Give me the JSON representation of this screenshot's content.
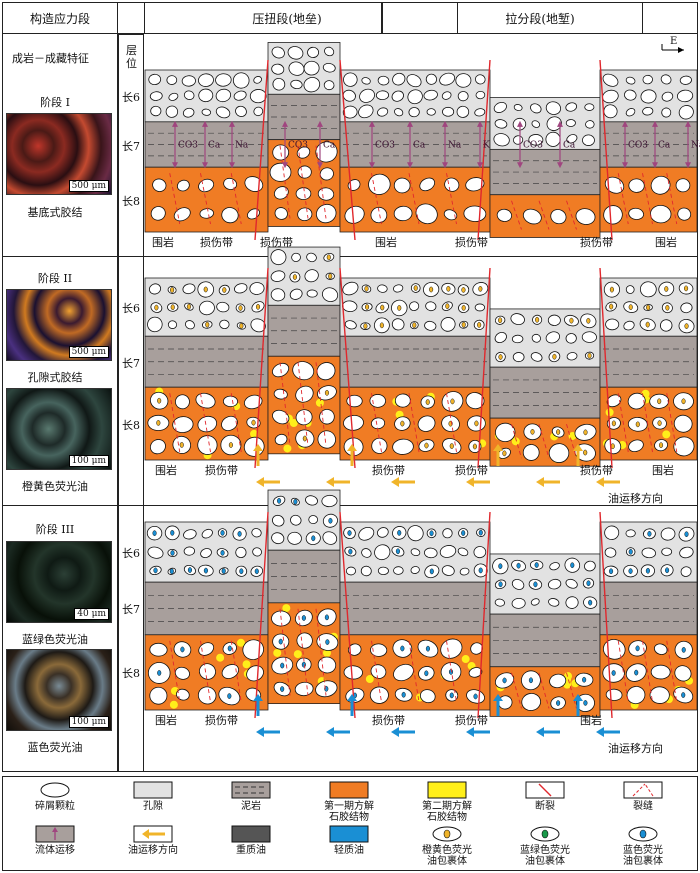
{
  "header": {
    "stage_col": "构造应力段",
    "compress": "压扭段(地垒)",
    "extend": "拉分段(地堑)"
  },
  "left": {
    "feature_title": "成岩－成藏特征",
    "layer_title_1": "层",
    "layer_title_2": "位",
    "direction": "E"
  },
  "stages": [
    {
      "name": "阶段 I",
      "captions": [
        "基底式胶结"
      ],
      "scales": [
        "500 μm"
      ],
      "layers": [
        "长6",
        "长7",
        "长8"
      ],
      "ions": [
        "CO3",
        "Ca",
        "Na",
        "CO3",
        "Ca",
        "CO3",
        "Ca",
        "Na",
        "K",
        "CO3",
        "Ca",
        "CO3",
        "Ca",
        "Na"
      ],
      "zone_labels": [
        "围岩",
        "损伤带",
        "损伤带",
        "围岩",
        "损伤带",
        "损伤带",
        "围岩"
      ]
    },
    {
      "name": "阶段 II",
      "captions": [
        "孔隙式胶结",
        "橙黄色荧光油"
      ],
      "scales": [
        "500 μm",
        "100 μm"
      ],
      "layers": [
        "长6",
        "长7",
        "长8"
      ],
      "zone_labels": [
        "围岩",
        "损伤带",
        "损伤带",
        "损伤带",
        "损伤带",
        "围岩"
      ],
      "migration": "油运移方向"
    },
    {
      "name": "阶段 III",
      "captions": [
        "蓝绿色荧光油",
        "蓝色荧光油"
      ],
      "scales": [
        "40 μm",
        "100 μm"
      ],
      "layers": [
        "长6",
        "长7",
        "长8"
      ],
      "zone_labels": [
        "围岩",
        "损伤带",
        "损伤带",
        "损伤带",
        "围岩"
      ],
      "migration": "油运移方向"
    }
  ],
  "legend": [
    {
      "label": "碎屑颗粒",
      "icon": "grain"
    },
    {
      "label": "孔隙",
      "icon": "pore"
    },
    {
      "label": "泥岩",
      "icon": "mudstone"
    },
    {
      "label": "第一期方解\n石胶结物",
      "icon": "calcite-1",
      "color": "#f07c24"
    },
    {
      "label": "第二期方解\n石胶结物",
      "icon": "calcite-2",
      "color": "#ffef1a"
    },
    {
      "label": "断裂",
      "icon": "fault",
      "color": "#e0282d"
    },
    {
      "label": "裂缝",
      "icon": "fracture",
      "color": "#e0282d"
    },
    {
      "label": "流体运移",
      "icon": "fluid-arrow",
      "color": "#a0457f"
    },
    {
      "label": "油运移方向",
      "icon": "oil-arrow",
      "color": "#f0b42a"
    },
    {
      "label": "重质油",
      "icon": "heavy-oil",
      "color": "#555555"
    },
    {
      "label": "轻质油",
      "icon": "light-oil",
      "color": "#1a8fd4"
    },
    {
      "label": "橙黄色荧光\n油包裹体",
      "icon": "orange-inclusion",
      "color": "#f0b42a"
    },
    {
      "label": "蓝绿色荧光\n油包裹体",
      "icon": "green-inclusion",
      "color": "#1a9a4a"
    },
    {
      "label": "蓝色荧光\n油包裹体",
      "icon": "blue-inclusion",
      "color": "#1a8fd4"
    }
  ],
  "colors": {
    "calcite1": "#f07c24",
    "calcite2": "#ffef1a",
    "mud": "#a89f9c",
    "pore": "#e2e2e2",
    "fault": "#e0282d",
    "fluid": "#a0457f",
    "oil_orange": "#f0b42a",
    "oil_blue": "#1a8fd4",
    "heavy": "#555555"
  }
}
